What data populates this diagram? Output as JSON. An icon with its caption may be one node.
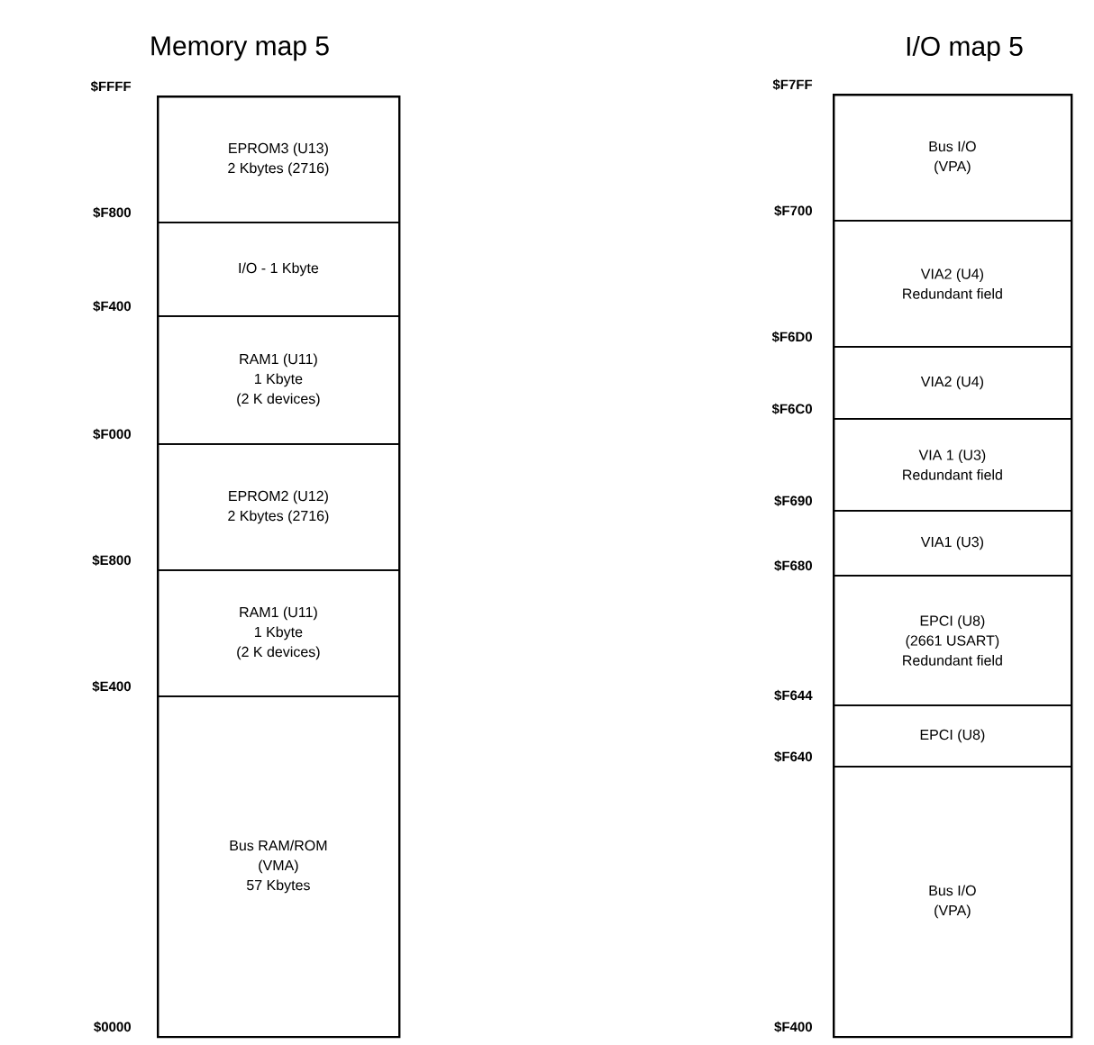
{
  "diagram": {
    "nodes": [
      {
        "text": [
          "Memory map 5"
        ]
      },
      {
        "text": [
          "EPROM3 (U13)",
          "2 Kbytes (2716)"
        ],
        "in": 0
      },
      {
        "text": [
          "I/O - 1 Kbyte"
        ],
        "in": 0
      },
      {
        "text": [
          "RAM1 (U11)",
          "1 Kbyte",
          "(2 K devices)"
        ],
        "in": 0
      },
      {
        "text": [
          "EPROM2 (U12)",
          "2 Kbytes (2716)"
        ],
        "in": 0
      },
      {
        "text": [
          "RAM1 (U11)",
          "1 Kbyte",
          "(2 K devices)"
        ],
        "in": 0
      },
      {
        "text": [
          "Bus RAM/ROM",
          "(VMA)",
          "57 Kbytes"
        ],
        "in": 0
      },
      {
        "text": [
          "I/O map 5"
        ]
      },
      {
        "text": [
          "Bus I/O",
          "(VPA)"
        ],
        "in": 7
      },
      {
        "text": [
          "VIA2 (U4)",
          "Redundant field"
        ],
        "in": 7
      },
      {
        "text": [
          "VIA2 (U4)"
        ],
        "in": 7
      },
      {
        "text": [
          "VIA 1 (U3)",
          "Redundant field"
        ],
        "in": 7
      },
      {
        "text": [
          "VIA1 (U3)"
        ],
        "in": 7
      },
      {
        "text": [
          "EPCI (U8)",
          "(2661 USART)",
          "Redundant field"
        ],
        "in": 7
      },
      {
        "text": [
          "EPCI (U8)"
        ],
        "in": 7
      },
      {
        "text": [
          "Bus I/O",
          "(VPA)"
        ],
        "in": 7
      }
    ],
    "labels": [
      "$FFFF",
      "$F800",
      "$F400",
      "$F000",
      "$E800",
      "$E400",
      "$0000",
      "$F7FF",
      "$F700",
      "$F6D0",
      "$F6C0",
      "$F690",
      "$F680",
      "$F644",
      "$F640",
      "$F400"
    ]
  }
}
